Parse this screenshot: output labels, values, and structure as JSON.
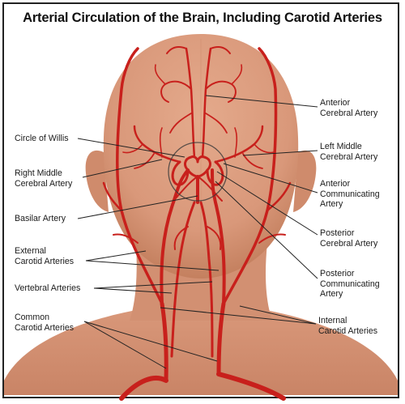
{
  "title": "Arterial Circulation of the Brain, Including Carotid Arteries",
  "colors": {
    "skin": "#d9987a",
    "skin_shadow": "#c4805f",
    "artery": "#c8201c",
    "artery_dark": "#8f1410",
    "leader_line": "#222222",
    "frame": "#222222"
  },
  "labels_left": [
    {
      "id": "circle-of-willis",
      "lines": [
        "Circle of Willis"
      ]
    },
    {
      "id": "right-middle-cerebral-artery",
      "lines": [
        "Right Middle",
        "Cerebral Artery"
      ]
    },
    {
      "id": "basilar-artery",
      "lines": [
        "Basilar Artery"
      ]
    },
    {
      "id": "external-carotid-arteries",
      "lines": [
        "External",
        "Carotid Arteries"
      ]
    },
    {
      "id": "vertebral-arteries",
      "lines": [
        "Vertebral Arteries"
      ]
    },
    {
      "id": "common-carotid-arteries",
      "lines": [
        "Common",
        "Carotid Arteries"
      ]
    }
  ],
  "labels_right": [
    {
      "id": "anterior-cerebral-artery",
      "lines": [
        "Anterior",
        "Cerebral Artery"
      ]
    },
    {
      "id": "left-middle-cerebral-artery",
      "lines": [
        "Left Middle",
        "Cerebral Artery"
      ]
    },
    {
      "id": "anterior-communicating-artery",
      "lines": [
        "Anterior",
        "Communicating",
        "Artery"
      ]
    },
    {
      "id": "posterior-cerebral-artery",
      "lines": [
        "Posterior",
        "Cerebral Artery"
      ]
    },
    {
      "id": "posterior-communicating-artery",
      "lines": [
        "Posterior",
        "Communicating",
        "Artery"
      ]
    },
    {
      "id": "internal-carotid-arteries",
      "lines": [
        "Internal",
        "Carotid Arteries"
      ]
    }
  ]
}
